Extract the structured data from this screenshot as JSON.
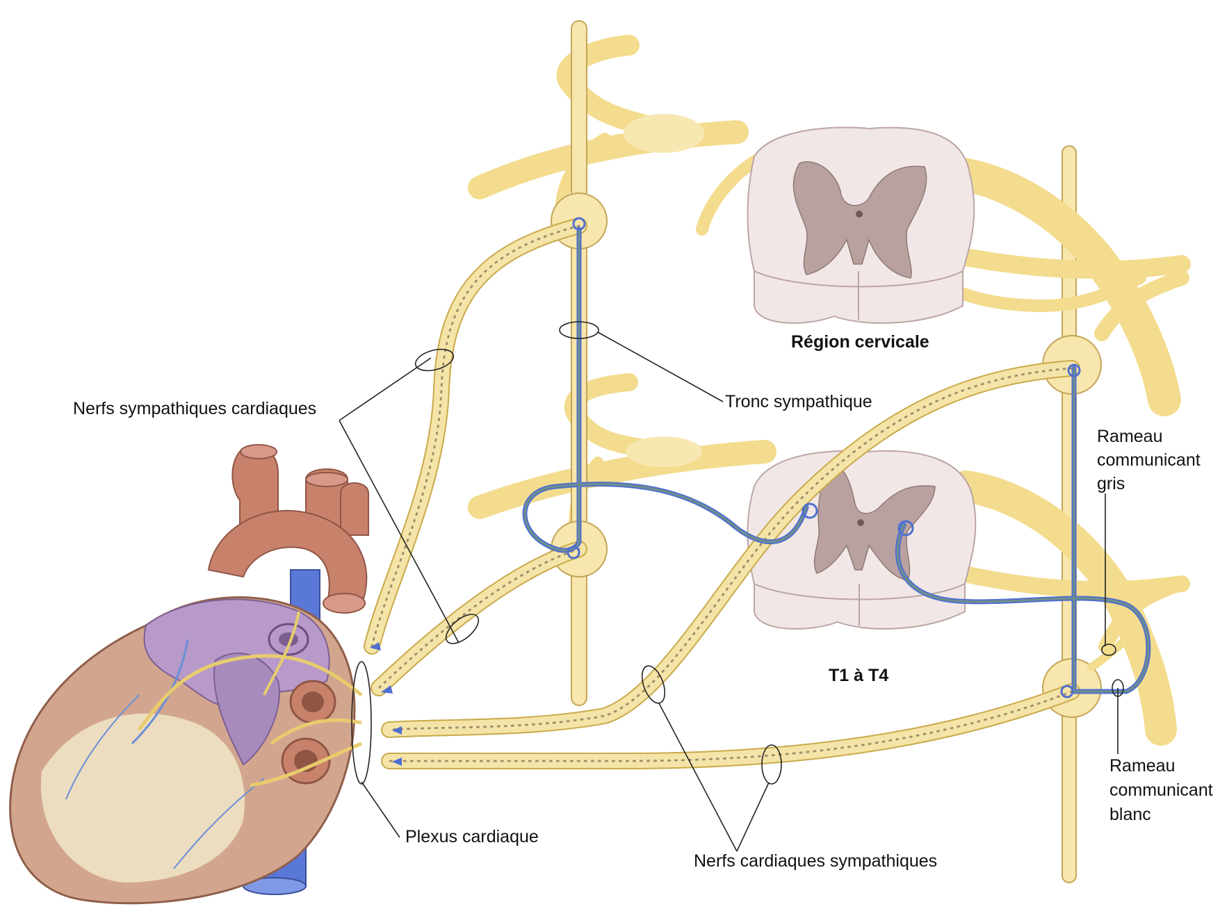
{
  "labels": {
    "region_cervicale": "Région cervicale",
    "t1_t4": "T1 à T4",
    "nerfs_sympathiques_cardiaques": "Nerfs sympathiques cardiaques",
    "tronc_sympathique": "Tronc sympathique",
    "rameau_gris_1": "Rameau",
    "rameau_gris_2": "communicant",
    "rameau_gris_3": "gris",
    "rameau_blanc_1": "Rameau",
    "rameau_blanc_2": "communicant",
    "rameau_blanc_3": "blanc",
    "plexus_cardiaque": "Plexus cardiaque",
    "nerfs_cardiaques_sympathiques": "Nerfs cardiaques sympathiques"
  },
  "colors": {
    "nerve": "#f3dc8e",
    "spinal_cord_white": "#f1e7e6",
    "spinal_cord_grey": "#b9a19f",
    "fiber_blue": "#4f6fd0",
    "heart_red": "#c8826c",
    "heart_purple": "#b79ac9",
    "vein_blue": "#5a78d8"
  }
}
